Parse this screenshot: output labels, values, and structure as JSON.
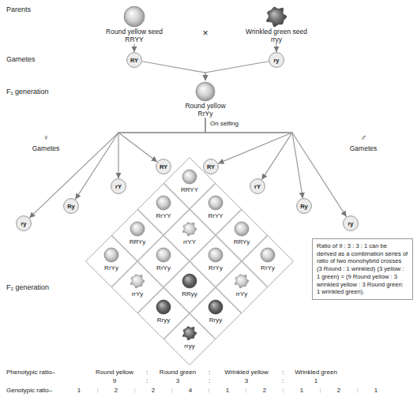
{
  "diagram": {
    "nodes": [
      {
        "text": [
          "Round yellow seed",
          "RRYY"
        ]
      },
      {
        "text": [
          "Wrinkled green seed",
          "rryy"
        ]
      },
      {
        "text": [
          "RY"
        ]
      },
      {
        "text": [
          "ry"
        ]
      },
      {
        "text": [
          "Round yellow",
          "RrYy"
        ]
      },
      {
        "text": [
          "RY"
        ]
      },
      {
        "text": [
          "rY"
        ]
      },
      {
        "text": [
          "Ry"
        ]
      },
      {
        "text": [
          "ry"
        ]
      },
      {
        "text": [
          "RY"
        ]
      },
      {
        "text": [
          "rY"
        ]
      },
      {
        "text": [
          "Ry"
        ]
      },
      {
        "text": [
          "ry"
        ]
      },
      {
        "text": [
          "RRYY"
        ]
      },
      {
        "text": [
          "RrYY"
        ]
      },
      {
        "text": [
          "RrYY"
        ]
      },
      {
        "text": [
          "RRYy"
        ]
      },
      {
        "text": [
          "rrYY"
        ]
      },
      {
        "text": [
          "RRYy"
        ]
      },
      {
        "text": [
          "RrYy"
        ]
      },
      {
        "text": [
          "RrYy"
        ]
      },
      {
        "text": [
          "RrYy"
        ]
      },
      {
        "text": [
          "RrYy"
        ]
      },
      {
        "text": [
          "rrYy"
        ]
      },
      {
        "text": [
          "RRyy"
        ]
      },
      {
        "text": [
          "rrYy"
        ]
      },
      {
        "text": [
          "Rryy"
        ]
      },
      {
        "text": [
          "Rryy"
        ]
      },
      {
        "text": [
          "rryy"
        ]
      },
      {
        "text": [
          "Ratio of 9 : 3 : 3 : 1 can be derived as a combination series of ratio of two monohybrid crosses (3 Round : 1 wrinkled) (3 yellow : 1 green) = (9 Round yellow : 3 wrinkled yellow : 3 Round green: 1 wrinkled green)."
        ]
      }
    ],
    "edges": [
      {
        "from": 0,
        "to": 2,
        "arrow": "to"
      },
      {
        "from": 1,
        "to": 3,
        "arrow": "to"
      },
      {
        "from": 2,
        "to": 4,
        "arrow": "to"
      },
      {
        "from": 3,
        "to": 4,
        "arrow": "to"
      },
      {
        "from": 4,
        "to": 5,
        "arrow": "to"
      },
      {
        "from": 4,
        "to": 6,
        "arrow": "to"
      },
      {
        "from": 4,
        "to": 7,
        "arrow": "to"
      },
      {
        "from": 4,
        "to": 8,
        "arrow": "to"
      },
      {
        "from": 4,
        "to": 9,
        "arrow": "to"
      },
      {
        "from": 4,
        "to": 10,
        "arrow": "to"
      },
      {
        "from": 4,
        "to": 11,
        "arrow": "to"
      },
      {
        "from": 4,
        "to": 12,
        "arrow": "to"
      }
    ],
    "labels": [
      "Parents",
      "×",
      "Gametes",
      "F₁ generation",
      "On selfing",
      "♀",
      "Gametes",
      "♂",
      "Gametes",
      "F₂ generation",
      "Phenotypic ratio–",
      "Round yellow",
      ":",
      "Round green",
      ":",
      "Wrinkled yellow",
      ":",
      "Wrinkled green",
      "9",
      ":",
      "3",
      ":",
      "3",
      ":",
      "1",
      "Genotypic ratio–",
      "1",
      ":",
      "2",
      ":",
      "2",
      ":",
      "4",
      ":",
      "1",
      ":",
      "2",
      ":",
      "1",
      ":",
      "2",
      ":",
      "1"
    ]
  }
}
